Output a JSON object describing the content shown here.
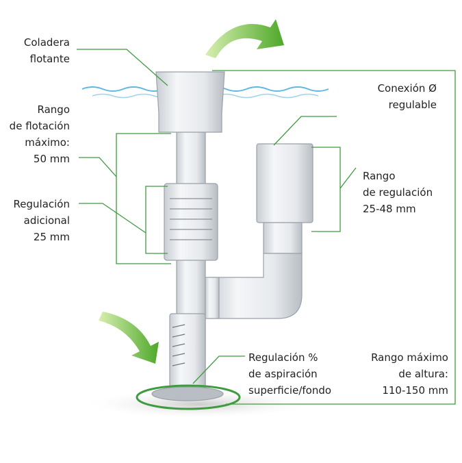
{
  "colors": {
    "accent": "#3f9b3f",
    "water": "#5fb8e0",
    "arrow": "#7cc242"
  },
  "labels": {
    "coladera": [
      "Coladera",
      "flotante"
    ],
    "flotacion": [
      "Rango",
      "de flotación",
      "máximo:",
      "50 mm"
    ],
    "adicional": [
      "Regulación",
      "adicional",
      "25 mm"
    ],
    "conexion": [
      "Conexión Ø",
      "regulable"
    ],
    "regulacion": [
      "Rango",
      "de regulación",
      "25-48 mm"
    ],
    "aspiracion": [
      "Regulación %",
      "de aspiración",
      "superficie/fondo"
    ],
    "altura": [
      "Rango máximo",
      "de altura:",
      "110-150 mm"
    ]
  }
}
